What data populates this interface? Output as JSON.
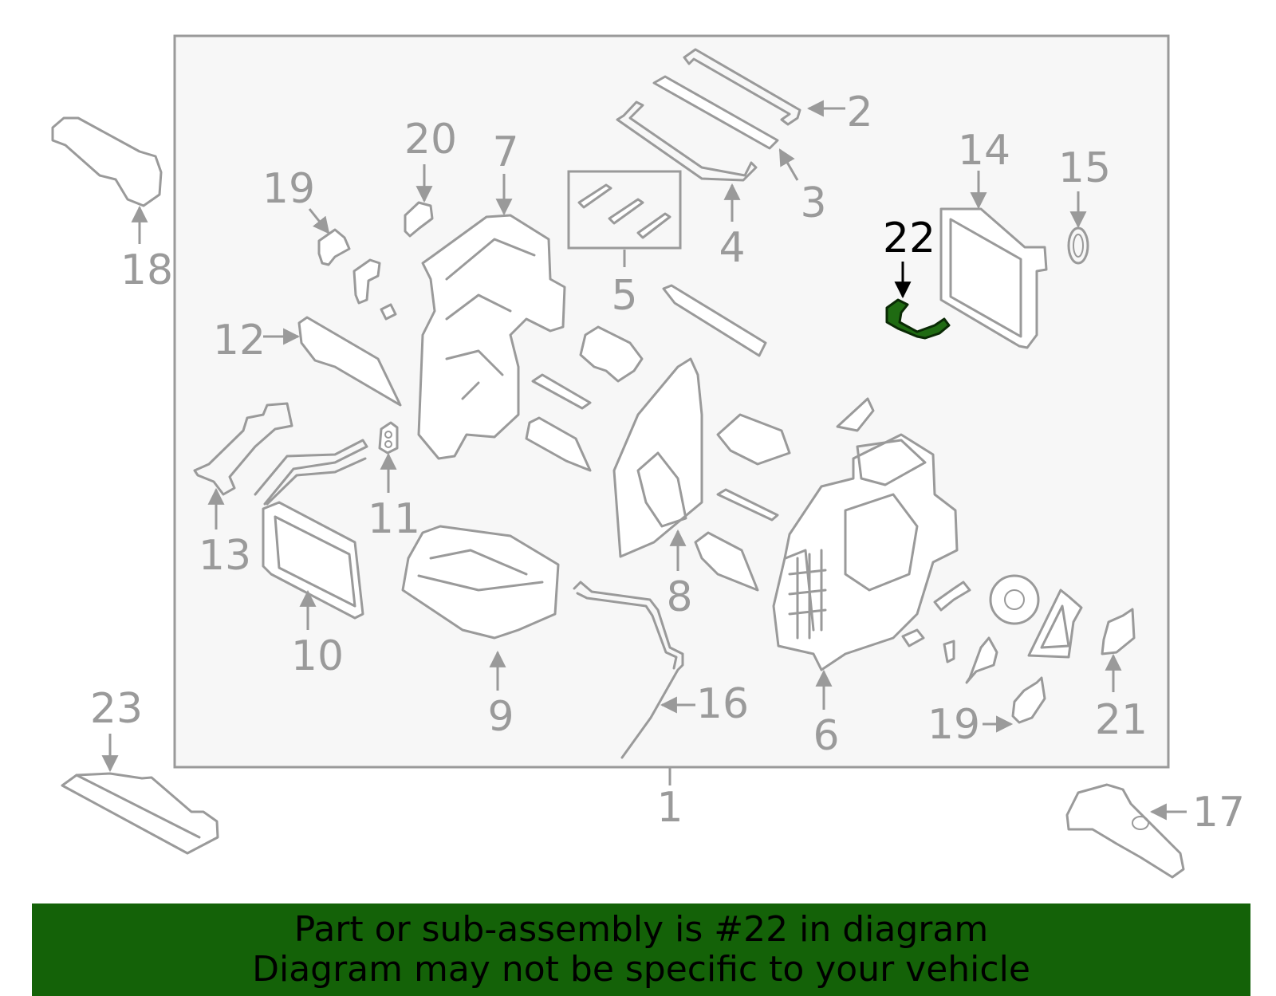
{
  "colors": {
    "frame_fill": "#f7f7f7",
    "line_gray": "#9a9a9a",
    "highlight_part": "#1f6b12",
    "banner_bg": "#146208",
    "banner_text": "#000000"
  },
  "callouts": {
    "c1": "1",
    "c2": "2",
    "c3": "3",
    "c4": "4",
    "c5": "5",
    "c6": "6",
    "c7": "7",
    "c8": "8",
    "c9": "9",
    "c10": "10",
    "c11": "11",
    "c12": "12",
    "c13": "13",
    "c14": "14",
    "c15": "15",
    "c16": "16",
    "c17": "17",
    "c18": "18",
    "c19a": "19",
    "c19b": "19",
    "c20": "20",
    "c21": "21",
    "c22": "22",
    "c23": "23"
  },
  "banner": {
    "line1": "Part or sub-assembly is #22 in diagram",
    "line2": "Diagram may not be specific to your vehicle"
  }
}
